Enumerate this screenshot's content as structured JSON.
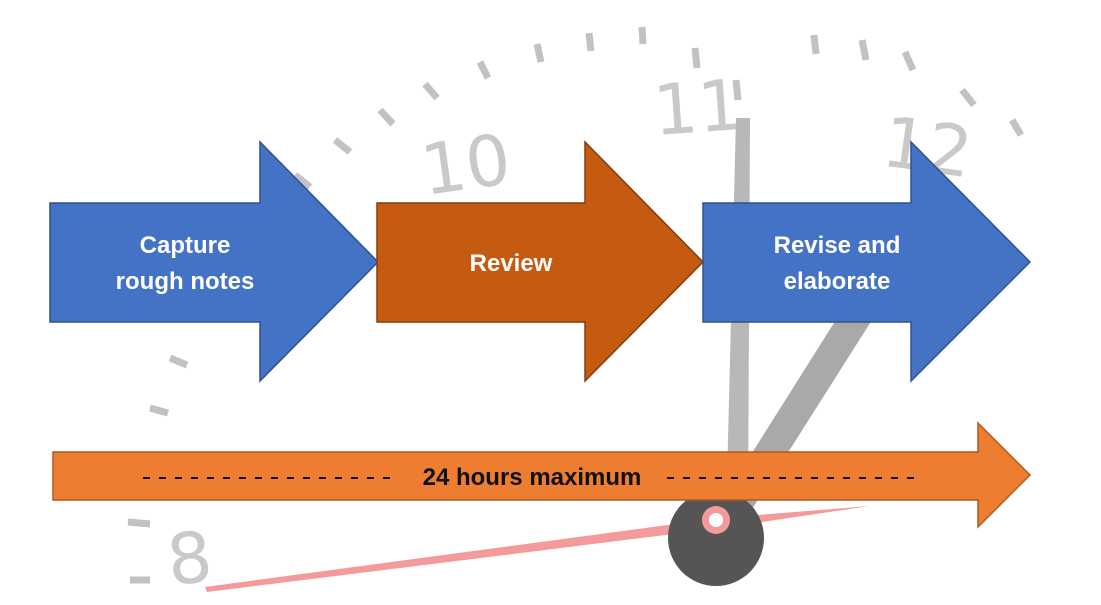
{
  "clock": {
    "numerals": [
      "8",
      "10",
      "11",
      "12"
    ]
  },
  "steps": [
    {
      "lines": [
        "Capture",
        "rough notes"
      ],
      "color": "#4472c4"
    },
    {
      "lines": [
        "Review"
      ],
      "color": "#c55a11"
    },
    {
      "lines": [
        "Revise and",
        "elaborate"
      ],
      "color": "#4472c4"
    }
  ],
  "timeline": {
    "label": "24 hours maximum",
    "color": "#ed7d31"
  }
}
